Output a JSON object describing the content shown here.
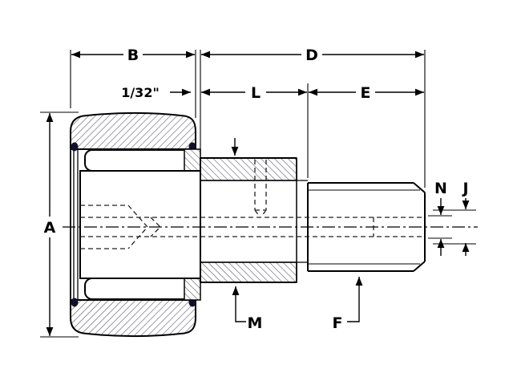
{
  "drawing": {
    "background_color": "#ffffff",
    "line_color": "#000000",
    "seal_color": "#10102a",
    "labels": {
      "a": "A",
      "b": "B",
      "d": "D",
      "l": "L",
      "e": "E",
      "n": "N",
      "j": "J",
      "m": "M",
      "f": "F",
      "offset": "1/32\""
    }
  }
}
